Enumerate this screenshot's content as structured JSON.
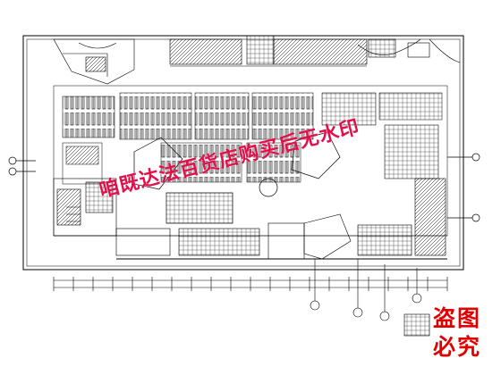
{
  "drawing": {
    "watermark_text": "咱既达法百货店购买后无水印",
    "stamp_line1": "盗图",
    "stamp_line2": "必究",
    "line_color": "#000000",
    "watermark_color": "#e0104a",
    "stamp_color": "#e00000"
  }
}
